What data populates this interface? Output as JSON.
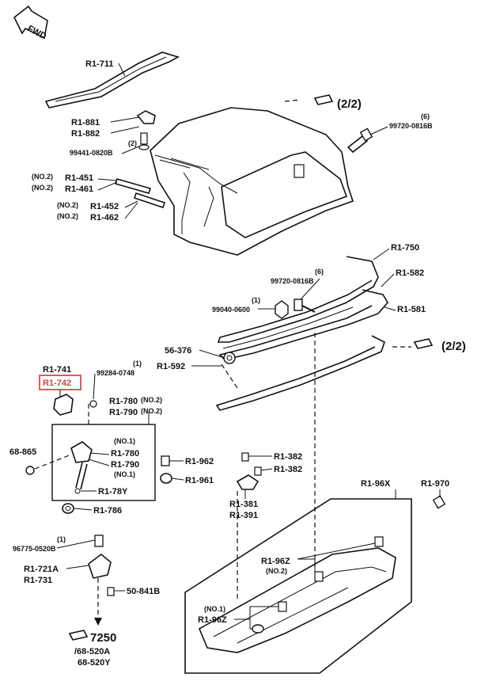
{
  "header": {
    "fwd_label": "FWD"
  },
  "refs": {
    "top_ref": "(2/2)",
    "mid_ref": "(2/2)",
    "bottom_ref": "7250",
    "bottom_sub1": "/68-520A",
    "bottom_sub2": "68-520Y"
  },
  "labels": {
    "r1_711": "R1-711",
    "r1_881": "R1-881",
    "r1_882": "R1-882",
    "q_2a": "(2)",
    "p99441": "99441-0820B",
    "q_6a": "(6)",
    "p99720a": "99720-0816B",
    "no2_451": "(NO.2)",
    "r1_451": "R1-451",
    "no2_461": "(NO.2)",
    "r1_461": "R1-461",
    "no2_452": "(NO.2)",
    "r1_452": "R1-452",
    "no2_462": "(NO.2)",
    "r1_462": "R1-462",
    "r1_750": "R1-750",
    "q_6b": "(6)",
    "p99720b": "99720-0816B",
    "r1_582": "R1-582",
    "q_1a": "(1)",
    "p99040": "99040-0600",
    "r1_581": "R1-581",
    "p56_376": "56-376",
    "r1_592": "R1-592",
    "r1_741": "R1-741",
    "q_1b": "(1)",
    "p99284": "99284-0748",
    "r1_742": "R1-742",
    "r1_780a": "R1-780",
    "no2_780": "(NO.2)",
    "r1_790a": "R1-790",
    "no2_790": "(NO.2)",
    "no1_780": "(NO.1)",
    "r1_780b": "R1-780",
    "r1_790b": "R1-790",
    "no1_790": "(NO.1)",
    "p68_865": "68-865",
    "r1_78y": "R1-78Y",
    "r1_786": "R1-786",
    "r1_962": "R1-962",
    "r1_961": "R1-961",
    "r1_382a": "R1-382",
    "r1_382b": "R1-382",
    "r1_381": "R1-381",
    "r1_391": "R1-391",
    "r1_96x": "R1-96X",
    "r1_970": "R1-970",
    "q_1c": "(1)",
    "p96775": "96775-0520B",
    "r1_721a": "R1-721A",
    "r1_731": "R1-731",
    "p50_841b": "50-841B",
    "r1_96z_a": "R1-96Z",
    "no2_96z": "(NO.2)",
    "no1_96z": "(NO.1)",
    "r1_96z_b": "R1-96Z"
  }
}
